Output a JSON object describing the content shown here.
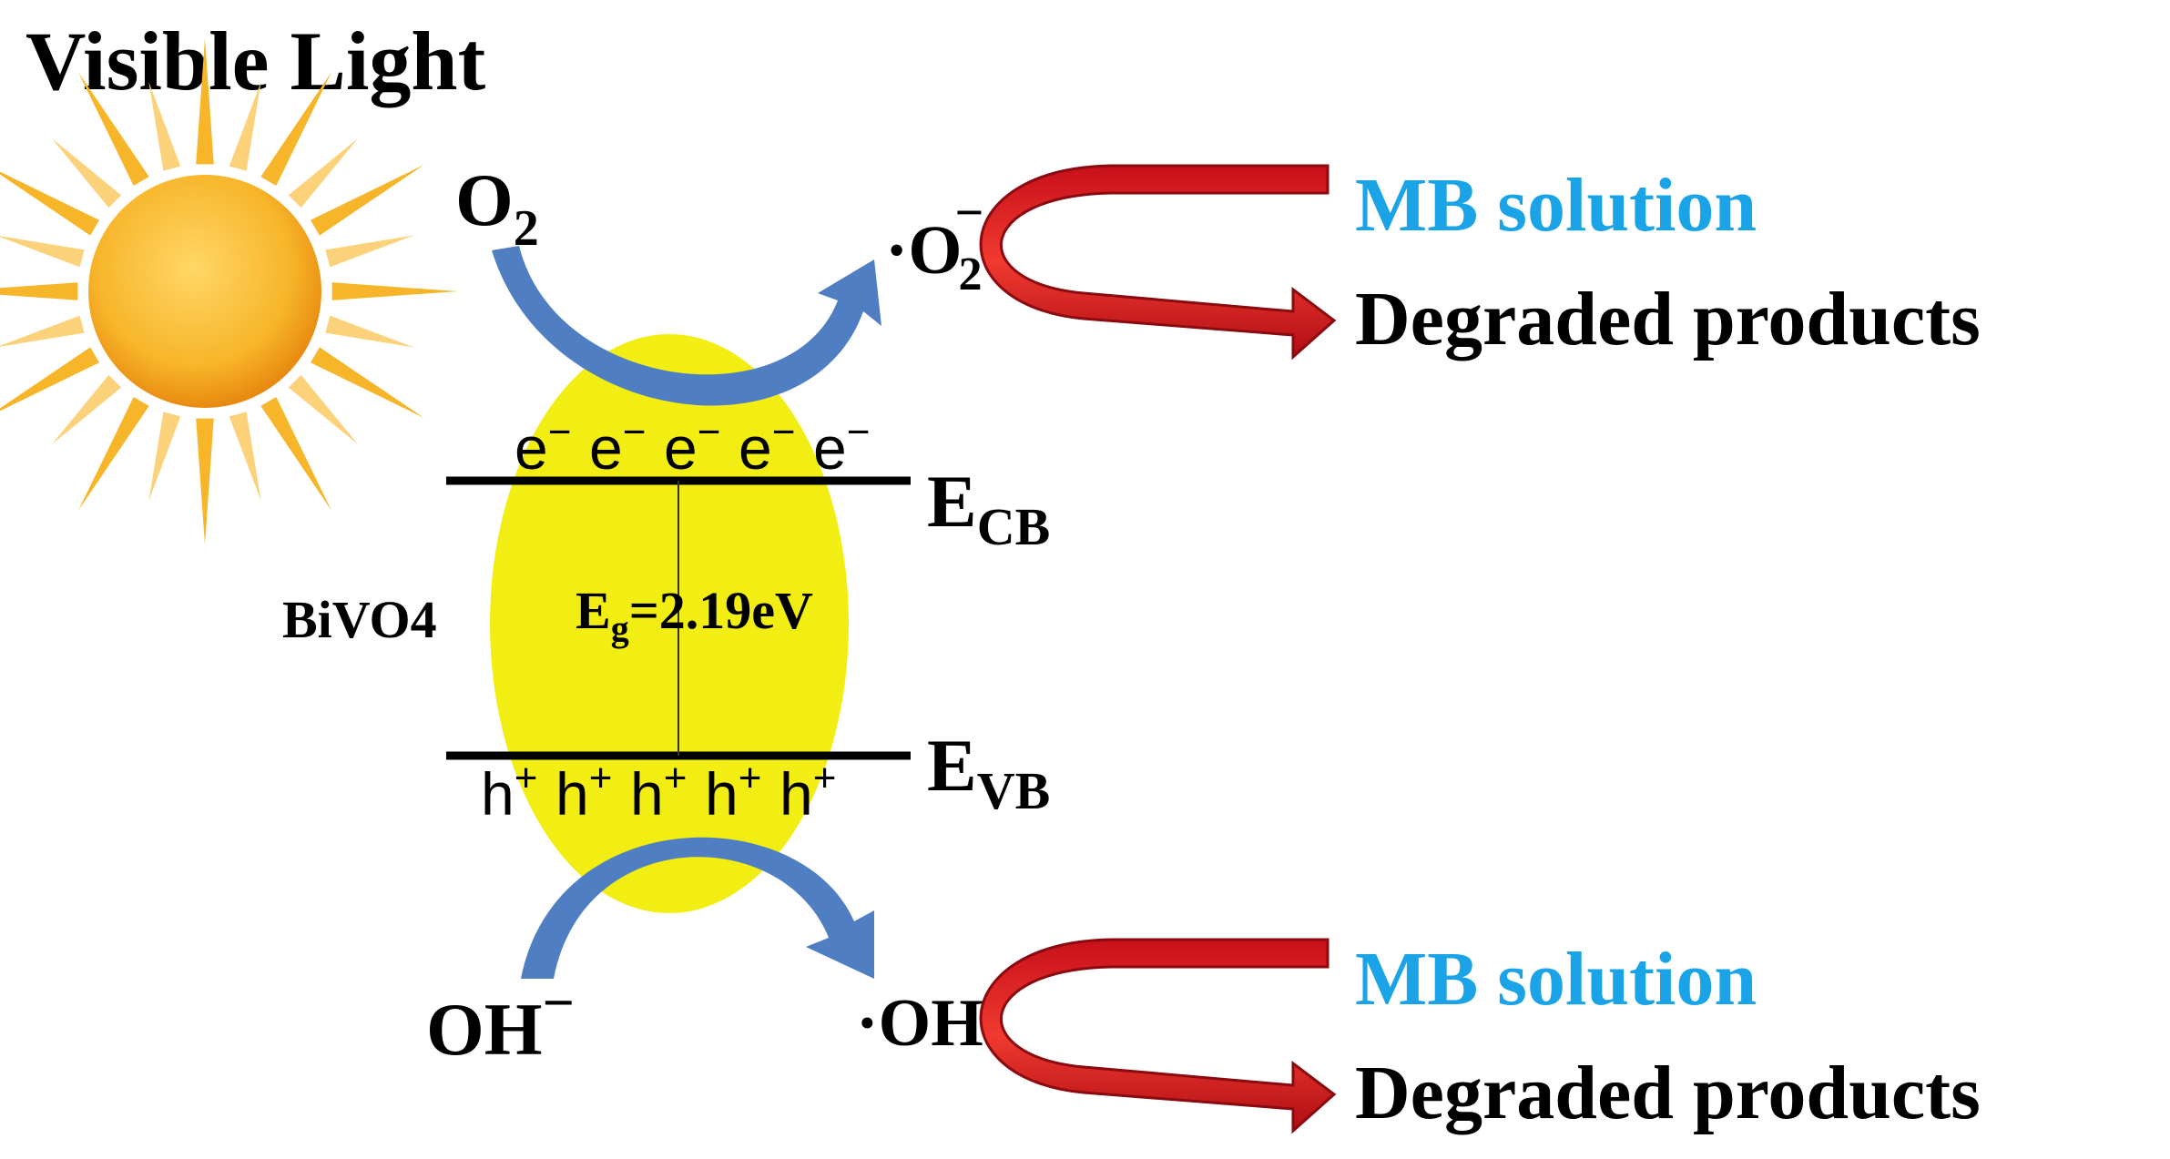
{
  "title": "Visible Light",
  "material": "BiVO4",
  "band_gap": {
    "symbol": "E",
    "subscript": "g",
    "value": "=2.19eV"
  },
  "conduction_band": {
    "symbol": "E",
    "subscript": "CB",
    "carrier": "e",
    "carrier_charge": "−",
    "carrier_count": 5
  },
  "valence_band": {
    "symbol": "E",
    "subscript": "VB",
    "carrier": "h",
    "carrier_charge": "+",
    "carrier_count": 5
  },
  "top_reaction": {
    "reactant": "O",
    "reactant_sub": "2",
    "product_prefix": "·O",
    "product_sub": "2",
    "product_sup": "−",
    "input_label": "MB solution",
    "output_label": "Degraded products"
  },
  "bottom_reaction": {
    "reactant": "OH",
    "reactant_sup": "−",
    "product": "·OH",
    "input_label": "MB solution",
    "output_label": "Degraded products"
  },
  "colors": {
    "particle": "#f2ed12",
    "band_arrow": "#4f7ec2",
    "cycle_arrow": "#e4141b",
    "mb_text": "#1aa3e6",
    "text": "#000000",
    "sun": "#f5b21e"
  }
}
